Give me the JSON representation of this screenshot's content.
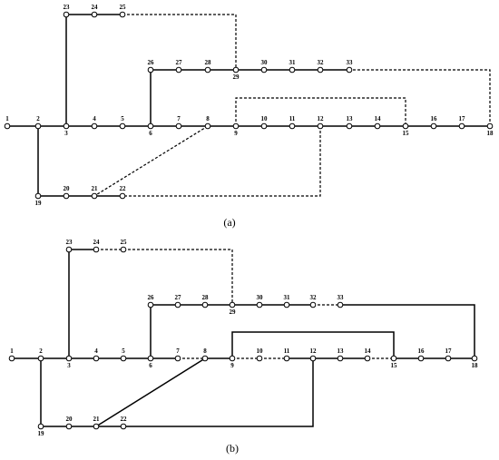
{
  "figure": {
    "panels": [
      {
        "caption": "(a)",
        "buses": [
          {
            "id": "1",
            "label": "1"
          },
          {
            "id": "2",
            "label": "2"
          },
          {
            "id": "3",
            "label": "3"
          },
          {
            "id": "4",
            "label": "4"
          },
          {
            "id": "5",
            "label": "5"
          },
          {
            "id": "6",
            "label": "6"
          },
          {
            "id": "7",
            "label": "7"
          },
          {
            "id": "8",
            "label": "8"
          },
          {
            "id": "9",
            "label": "9"
          },
          {
            "id": "10",
            "label": "10"
          },
          {
            "id": "11",
            "label": "11"
          },
          {
            "id": "12",
            "label": "12"
          },
          {
            "id": "13",
            "label": "13"
          },
          {
            "id": "14",
            "label": "14"
          },
          {
            "id": "15",
            "label": "15"
          },
          {
            "id": "16",
            "label": "16"
          },
          {
            "id": "17",
            "label": "17"
          },
          {
            "id": "18",
            "label": "18"
          },
          {
            "id": "19",
            "label": "19"
          },
          {
            "id": "20",
            "label": "20"
          },
          {
            "id": "21",
            "label": "21"
          },
          {
            "id": "22",
            "label": "22"
          },
          {
            "id": "23",
            "label": "23"
          },
          {
            "id": "24",
            "label": "24"
          },
          {
            "id": "25",
            "label": "25"
          },
          {
            "id": "26",
            "label": "26"
          },
          {
            "id": "27",
            "label": "27"
          },
          {
            "id": "28",
            "label": "28"
          },
          {
            "id": "29",
            "label": "29"
          },
          {
            "id": "30",
            "label": "30"
          },
          {
            "id": "31",
            "label": "31"
          },
          {
            "id": "32",
            "label": "32"
          },
          {
            "id": "33",
            "label": "33"
          }
        ],
        "closed_branches": [
          [
            "1",
            "2"
          ],
          [
            "2",
            "3"
          ],
          [
            "3",
            "4"
          ],
          [
            "4",
            "5"
          ],
          [
            "5",
            "6"
          ],
          [
            "6",
            "7"
          ],
          [
            "7",
            "8"
          ],
          [
            "8",
            "9"
          ],
          [
            "9",
            "10"
          ],
          [
            "10",
            "11"
          ],
          [
            "11",
            "12"
          ],
          [
            "12",
            "13"
          ],
          [
            "13",
            "14"
          ],
          [
            "14",
            "15"
          ],
          [
            "15",
            "16"
          ],
          [
            "16",
            "17"
          ],
          [
            "17",
            "18"
          ],
          [
            "2",
            "19"
          ],
          [
            "19",
            "20"
          ],
          [
            "20",
            "21"
          ],
          [
            "21",
            "22"
          ],
          [
            "3",
            "23"
          ],
          [
            "23",
            "24"
          ],
          [
            "24",
            "25"
          ],
          [
            "6",
            "26"
          ],
          [
            "26",
            "27"
          ],
          [
            "27",
            "28"
          ],
          [
            "28",
            "29"
          ],
          [
            "29",
            "30"
          ],
          [
            "30",
            "31"
          ],
          [
            "31",
            "32"
          ],
          [
            "32",
            "33"
          ]
        ],
        "open_tie_lines": [
          [
            "8",
            "21"
          ],
          [
            "9",
            "15"
          ],
          [
            "12",
            "22"
          ],
          [
            "18",
            "33"
          ],
          [
            "25",
            "29"
          ]
        ]
      },
      {
        "caption": "(b)",
        "buses": [
          {
            "id": "1",
            "label": "1"
          },
          {
            "id": "2",
            "label": "2"
          },
          {
            "id": "3",
            "label": "3"
          },
          {
            "id": "4",
            "label": "4"
          },
          {
            "id": "5",
            "label": "5"
          },
          {
            "id": "6",
            "label": "6"
          },
          {
            "id": "7",
            "label": "7"
          },
          {
            "id": "8",
            "label": "8"
          },
          {
            "id": "9",
            "label": "9"
          },
          {
            "id": "10",
            "label": "10"
          },
          {
            "id": "11",
            "label": "11"
          },
          {
            "id": "12",
            "label": "12"
          },
          {
            "id": "13",
            "label": "13"
          },
          {
            "id": "14",
            "label": "14"
          },
          {
            "id": "15",
            "label": "15"
          },
          {
            "id": "16",
            "label": "16"
          },
          {
            "id": "17",
            "label": "17"
          },
          {
            "id": "18",
            "label": "18"
          },
          {
            "id": "19",
            "label": "19"
          },
          {
            "id": "20",
            "label": "20"
          },
          {
            "id": "21",
            "label": "21"
          },
          {
            "id": "22",
            "label": "22"
          },
          {
            "id": "23",
            "label": "23"
          },
          {
            "id": "24",
            "label": "24"
          },
          {
            "id": "25",
            "label": "25"
          },
          {
            "id": "26",
            "label": "26"
          },
          {
            "id": "27",
            "label": "27"
          },
          {
            "id": "28",
            "label": "28"
          },
          {
            "id": "29",
            "label": "29"
          },
          {
            "id": "30",
            "label": "30"
          },
          {
            "id": "31",
            "label": "31"
          },
          {
            "id": "32",
            "label": "32"
          },
          {
            "id": "33",
            "label": "33"
          }
        ],
        "closed_branches": [
          [
            "1",
            "2"
          ],
          [
            "2",
            "3"
          ],
          [
            "3",
            "4"
          ],
          [
            "4",
            "5"
          ],
          [
            "5",
            "6"
          ],
          [
            "6",
            "7"
          ],
          [
            "8",
            "9"
          ],
          [
            "11",
            "12"
          ],
          [
            "12",
            "13"
          ],
          [
            "13",
            "14"
          ],
          [
            "15",
            "16"
          ],
          [
            "16",
            "17"
          ],
          [
            "17",
            "18"
          ],
          [
            "2",
            "19"
          ],
          [
            "19",
            "20"
          ],
          [
            "20",
            "21"
          ],
          [
            "21",
            "22"
          ],
          [
            "3",
            "23"
          ],
          [
            "23",
            "24"
          ],
          [
            "6",
            "26"
          ],
          [
            "26",
            "27"
          ],
          [
            "27",
            "28"
          ],
          [
            "28",
            "29"
          ],
          [
            "29",
            "30"
          ],
          [
            "30",
            "31"
          ],
          [
            "31",
            "32"
          ],
          [
            "9",
            "15"
          ],
          [
            "12",
            "22"
          ],
          [
            "18",
            "33"
          ],
          [
            "8",
            "21"
          ]
        ],
        "open_tie_lines": [
          [
            "7",
            "8"
          ],
          [
            "10",
            "11"
          ],
          [
            "14",
            "15"
          ],
          [
            "32",
            "33"
          ],
          [
            "24",
            "25"
          ],
          [
            "25",
            "29"
          ],
          [
            "9",
            "10"
          ]
        ]
      }
    ]
  }
}
